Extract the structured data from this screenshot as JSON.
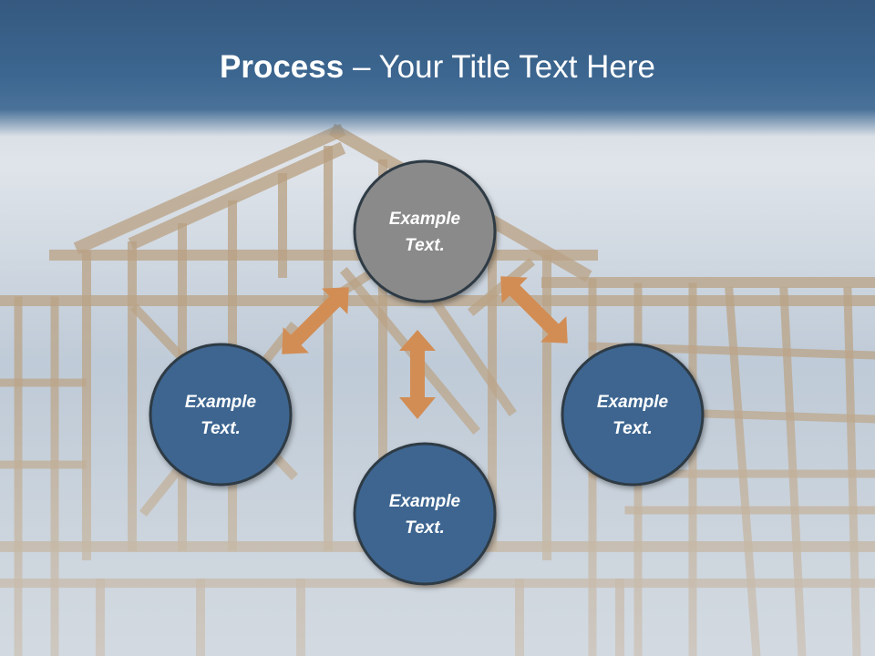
{
  "slide": {
    "title_bold": "Process",
    "title_rest": " – Your Title Text Here"
  },
  "nodes": [
    {
      "id": "top",
      "line1": "Example",
      "line2": "Text.",
      "fill": "#8a8a8a"
    },
    {
      "id": "left",
      "line1": "Example",
      "line2": "Text.",
      "fill": "#3e6590"
    },
    {
      "id": "right",
      "line1": "Example",
      "line2": "Text.",
      "fill": "#3e6590"
    },
    {
      "id": "bottom",
      "line1": "Example",
      "line2": "Text.",
      "fill": "#3e6590"
    }
  ],
  "colors": {
    "title_bar": "#3a6390",
    "arrow": "#d28d55",
    "node_stroke": "#2f3a44"
  }
}
